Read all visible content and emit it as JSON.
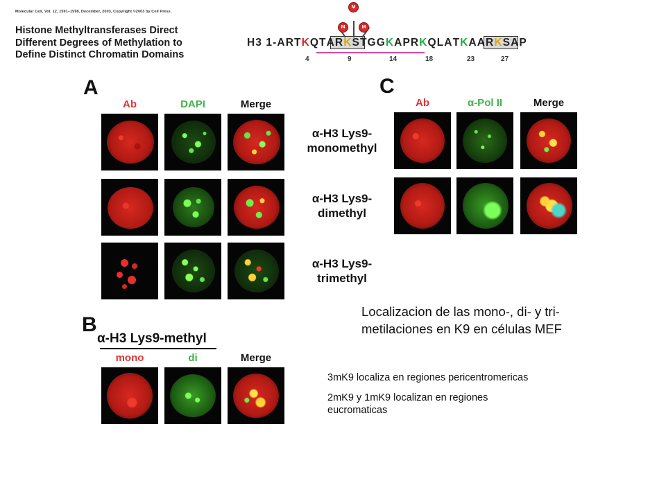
{
  "paper": {
    "citation": "Molecular Cell, Vol. 12, 1591–1598, December, 2003, Copyright ©2003 by Cell Press",
    "title_lines": [
      "Histone Methyltransferases Direct",
      "Different Degrees of Methylation to",
      "Define Distinct Chromatin Domains"
    ]
  },
  "sequence": {
    "prefix": "H3  1-ART",
    "residues": [
      "K",
      "Q",
      "T",
      "A",
      "R",
      "K",
      "S",
      "T",
      "G",
      "G",
      "K",
      "A",
      "P",
      "R",
      "K",
      "Q",
      "L",
      "A",
      "T",
      "K",
      "A",
      "A",
      "R",
      "K",
      "S",
      "A",
      "P"
    ],
    "numbers": [
      "4",
      "9",
      "14",
      "18",
      "23",
      "27"
    ],
    "methyl_marks": [
      "M",
      "M",
      "M"
    ]
  },
  "figure": {
    "panel_a": {
      "letter": "A",
      "columns": [
        "Ab",
        "DAPI",
        "Merge"
      ],
      "rows": [
        {
          "line1": "α-H3 Lys9-",
          "line2": "monomethyl"
        },
        {
          "line1": "α-H3 Lys9-",
          "line2": "dimethyl"
        },
        {
          "line1": "α-H3 Lys9-",
          "line2": "trimethyl"
        }
      ]
    },
    "panel_b": {
      "letter": "B",
      "title": "α-H3 Lys9-methyl",
      "columns": [
        "mono",
        "di",
        "Merge"
      ]
    },
    "panel_c": {
      "letter": "C",
      "columns": [
        "Ab",
        "α-Pol II",
        "Merge"
      ]
    }
  },
  "caption": {
    "line1": "Localizacion de las mono-, di- y tri-",
    "line2": "metilaciones en K9 en células MEF"
  },
  "notes": {
    "note1": "3mK9 localiza en regiones pericentromericas",
    "note2_line1": "2mK9 y 1mK9 localizan en regiones",
    "note2_line2": "eucromaticas"
  },
  "colors": {
    "ab_red": "#e03535",
    "dapi_green": "#3fb34a",
    "methyl_red": "#d42a2a",
    "underline_magenta": "#d24aa8"
  }
}
